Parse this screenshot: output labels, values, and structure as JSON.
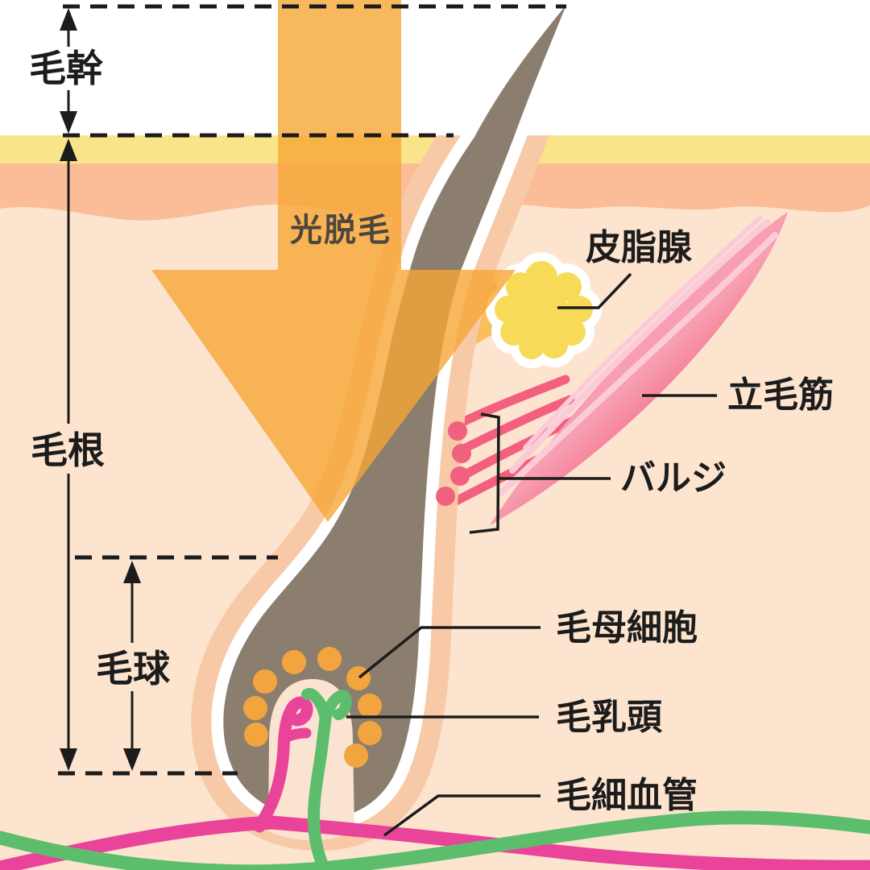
{
  "labels": {
    "light_treatment": "光脱毛",
    "hair_shaft": "毛幹",
    "hair_root": "毛根",
    "hair_bulb": "毛球",
    "sebaceous_gland": "皮脂腺",
    "arrector_pili_muscle": "立毛筋",
    "bulge": "バルジ",
    "hair_matrix_cells": "毛母細胞",
    "dermal_papilla": "毛乳頭",
    "capillary": "毛細血管"
  },
  "colors": {
    "background": "#FFFFFF",
    "epidermis_yellow": "#FAE489",
    "upper_dermis_orange": "#FBBD97",
    "dermis_peach": "#FCE4CF",
    "follicle_sheath": "#F8C9A6",
    "follicle_gray": "#8B7E6F",
    "outline_white": "#FFFFFF",
    "light_arrow_orange": "#F6A636",
    "gland_yellow": "#F7DB58",
    "gland_duct": "#F9BE5D",
    "muscle_pink": "#F3607E",
    "muscle_stripe": "#FBCBD7",
    "matrix_dot_orange": "#F2A53E",
    "bulge_dot_pink": "#F0617F",
    "papilla_cream": "#FBE3D1",
    "vessel_green": "#5CBE6C",
    "vessel_pink": "#E9449A",
    "annotation_black": "#1C1C1C",
    "light_label_text": "#4E463C"
  }
}
